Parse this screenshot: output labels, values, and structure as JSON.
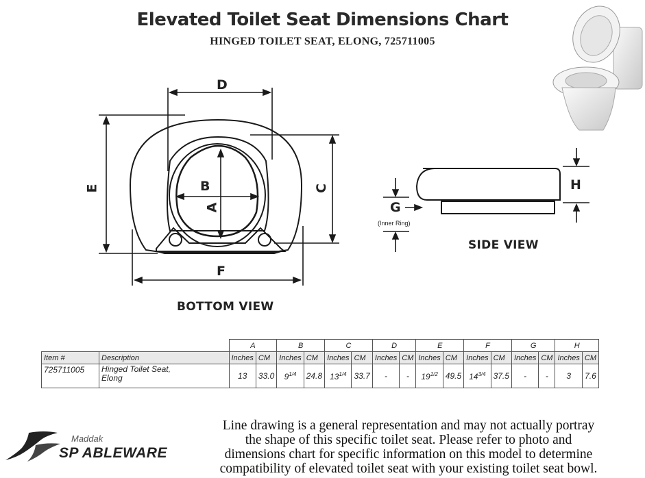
{
  "header": {
    "title": "Elevated Toilet Seat Dimensions Chart",
    "subtitle": "HINGED TOILET SEAT, ELONG, 725711005"
  },
  "diagram": {
    "bottom_view_label": "BOTTOM VIEW",
    "side_view_label": "SIDE VIEW",
    "dim_labels": {
      "a": "A",
      "b": "B",
      "c": "C",
      "d": "D",
      "e": "E",
      "f": "F",
      "g": "G",
      "h": "H"
    },
    "inner_ring_note": "(Inner Ring)"
  },
  "table": {
    "groups": [
      "A",
      "B",
      "C",
      "D",
      "E",
      "F",
      "G",
      "H"
    ],
    "item_header": "Item #",
    "description_header": "Description",
    "inches_header": "Inches",
    "cm_header": "CM",
    "row": {
      "item": "725711005",
      "description_line1": "Hinged Toilet Seat,",
      "description_line2": "Elong",
      "values": [
        [
          "13",
          "33.0"
        ],
        [
          "9",
          "1/4",
          "24.8"
        ],
        [
          "13",
          "1/4",
          "33.7"
        ],
        [
          "-",
          "-"
        ],
        [
          "19",
          "1/2",
          "49.5"
        ],
        [
          "14",
          "3/4",
          "37.5"
        ],
        [
          "-",
          "-"
        ],
        [
          "3",
          "7.6"
        ]
      ]
    }
  },
  "footer": {
    "brand_small": "Maddak",
    "brand_big": "SP ABLEWARE",
    "disclaimer": [
      "Line drawing is a general representation and may not actually portray",
      "the shape of this specific toilet seat. Please refer to photo and",
      "dimensions chart for specific information on this model to determine",
      "compatibility of elevated toilet seat with your existing toilet seat bowl."
    ]
  }
}
